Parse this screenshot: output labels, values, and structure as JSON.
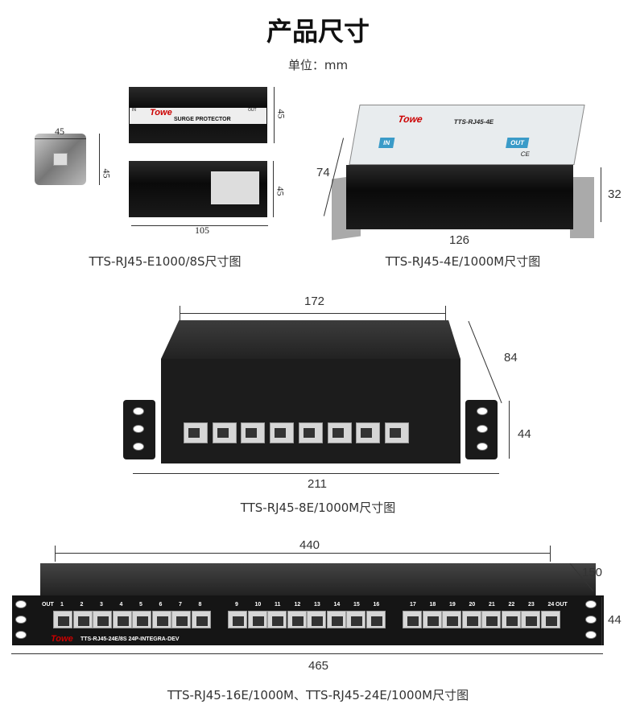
{
  "header": {
    "title": "产品尺寸",
    "unit": "单位：mm"
  },
  "products": [
    {
      "caption": "TTS-RJ45-E1000/8S尺寸图",
      "dims": {
        "end_width": "45",
        "end_height": "45",
        "top_height": "45",
        "side_height": "45",
        "length": "105"
      },
      "label": {
        "brand": "Towe",
        "text": "SURGE PROTECTOR",
        "in": "IN",
        "out": "OUT"
      }
    },
    {
      "caption": "TTS-RJ45-4E/1000M尺寸图",
      "dims": {
        "depth": "74",
        "height": "32",
        "length": "126"
      },
      "label": {
        "brand": "Towe",
        "model": "TTS-RJ45-4E",
        "in": "IN",
        "out": "OUT",
        "ce": "CE"
      }
    },
    {
      "caption": "TTS-RJ45-8E/1000M尺寸图",
      "dims": {
        "width": "172",
        "depth": "84",
        "height": "44",
        "total_width": "211"
      }
    },
    {
      "caption": "TTS-RJ45-16E/1000M、TTS-RJ45-24E/1000M尺寸图",
      "dims": {
        "width": "440",
        "depth": "150",
        "height": "44",
        "total_width": "465"
      },
      "label": {
        "brand": "Towe",
        "model": "TTS-RJ45-24E/8S 24P-INTEGRA-DEV",
        "out_left": "OUT",
        "out_right": "OUT"
      },
      "port_numbers": [
        "1",
        "2",
        "3",
        "4",
        "5",
        "6",
        "7",
        "8",
        "9",
        "10",
        "11",
        "12",
        "13",
        "14",
        "15",
        "16",
        "17",
        "18",
        "19",
        "20",
        "21",
        "22",
        "23",
        "24"
      ]
    }
  ]
}
